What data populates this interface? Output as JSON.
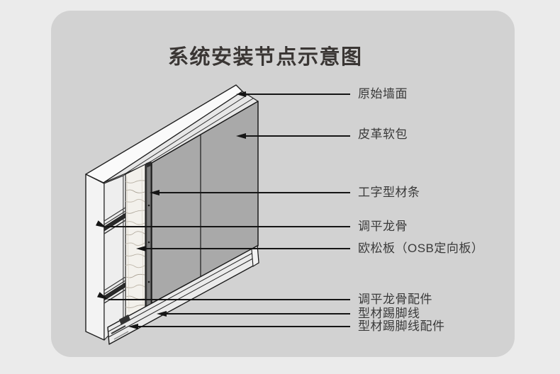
{
  "title": "系统安装节点示意图",
  "labels": [
    {
      "text": "原始墙面"
    },
    {
      "text": "皮革软包"
    },
    {
      "text": "工字型材条"
    },
    {
      "text": "调平龙骨"
    },
    {
      "text": "欧松板（OSB定向板）"
    },
    {
      "text": "调平龙骨配件"
    },
    {
      "text": "型材踢脚线"
    },
    {
      "text": "型材踢脚线配件"
    }
  ],
  "colors": {
    "page_bg": "#ebebeb",
    "card_bg": "#d2d2d2",
    "title_text": "#3a3634",
    "label_text": "#3a3a3a",
    "outline": "#1a1a1a",
    "leather_panel": "#a9a9a9",
    "osb_face": "#f3f1ec",
    "wall_face": "#f3f3f3",
    "keel_dark": "#2b2b2b"
  }
}
